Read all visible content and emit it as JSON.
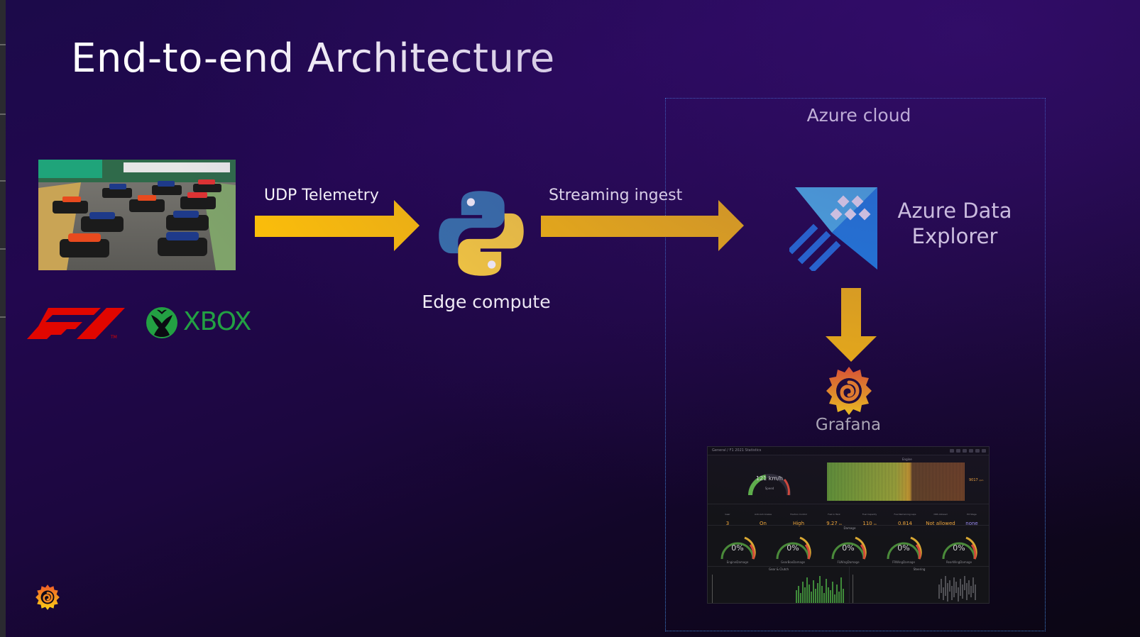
{
  "slide": {
    "title": "End-to-end Architecture",
    "cloud_label": "Azure cloud",
    "udp_label": "UDP Telemetry",
    "stream_label": "Streaming ingest",
    "edge_label": "Edge compute",
    "adx_label_line1": "Azure Data",
    "adx_label_line2": "Explorer",
    "grafana_word": "Grafana",
    "xbox_word": "XBOX"
  },
  "colors": {
    "arrow": "#ffc107",
    "python_blue": "#3776ab",
    "python_yellow": "#ffd43b",
    "adx_blue": "#0f6fd6",
    "adx_cyan": "#4cc6f0",
    "f1_red": "#e10600",
    "xbox_green": "#23a043",
    "grafana_orange": "#f46800",
    "cloud_border": "#3f7fd0"
  },
  "icons": [
    "race-photo",
    "python-logo",
    "azure-data-explorer-logo",
    "f1-logo",
    "xbox-logo",
    "grafana-logo",
    "grafana-dashboard"
  ],
  "dashboard": {
    "breadcrumb": "General / F1 2021 Statistics",
    "speed_value": "121 km/h",
    "speed_label": "Speed",
    "speed_max": "9017",
    "speed_unit": "rpm",
    "stats": [
      {
        "label": "Gear",
        "value": "3",
        "color": "#f2a93b"
      },
      {
        "label": "Anti-lock brakes",
        "value": "On",
        "color": "#f2a93b"
      },
      {
        "label": "Traction Control",
        "value": "High",
        "color": "#f2a93b"
      },
      {
        "label": "Fuel in Tank",
        "value": "9.27",
        "unit": "kg",
        "color": "#f2a93b"
      },
      {
        "label": "Fuel Capacity",
        "value": "110",
        "unit": "kg",
        "color": "#f2a93b"
      },
      {
        "label": "Fuel Remaining Laps",
        "value": "0.814",
        "color": "#f2a93b"
      },
      {
        "label": "DRS Allowed",
        "value": "Not allowed",
        "color": "#f2a93b"
      },
      {
        "label": "Pit Stage",
        "value": "none",
        "color": "#9b8cf2"
      }
    ],
    "damage_title": "Damage",
    "gauges": [
      {
        "value": "0%",
        "label": "EngineDamage"
      },
      {
        "value": "0%",
        "label": "GearBoxDamage"
      },
      {
        "value": "0%",
        "label": "FLWingDamage"
      },
      {
        "value": "0%",
        "label": "FRWingDamage"
      },
      {
        "value": "0%",
        "label": "RearWingDamage"
      }
    ],
    "bottom_left_title": "Gear & Clutch",
    "bottom_right_title": "Steering",
    "engine_title": "Engine"
  }
}
